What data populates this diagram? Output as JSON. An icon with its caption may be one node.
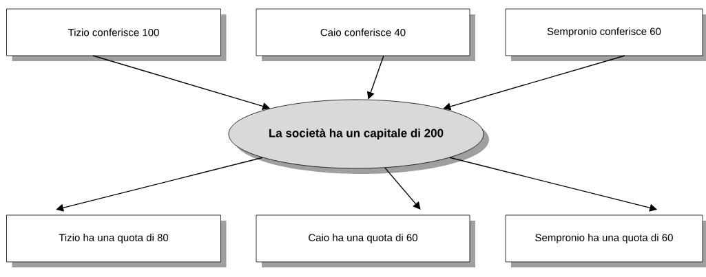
{
  "diagram": {
    "nodes": [
      {
        "text": [
          "Tizio conferisce 100"
        ]
      },
      {
        "text": [
          "Caio conferisce 40"
        ]
      },
      {
        "text": [
          "Sempronio conferisce 60"
        ]
      },
      {
        "text": [
          "La società ha un capitale di 200"
        ]
      },
      {
        "text": [
          "Tizio ha una quota di 80"
        ]
      },
      {
        "text": [
          "Caio ha una quota di 60"
        ]
      },
      {
        "text": [
          "Sempronio ha una quota di 60"
        ]
      }
    ],
    "edges": [
      {
        "from": 0,
        "to": 3,
        "arrow": "to"
      },
      {
        "from": 1,
        "to": 3,
        "arrow": "to"
      },
      {
        "from": 2,
        "to": 3,
        "arrow": "to"
      },
      {
        "from": 3,
        "to": 4,
        "arrow": "to"
      },
      {
        "from": 3,
        "to": 5,
        "arrow": "to"
      },
      {
        "from": 3,
        "to": 6,
        "arrow": "to"
      }
    ]
  }
}
